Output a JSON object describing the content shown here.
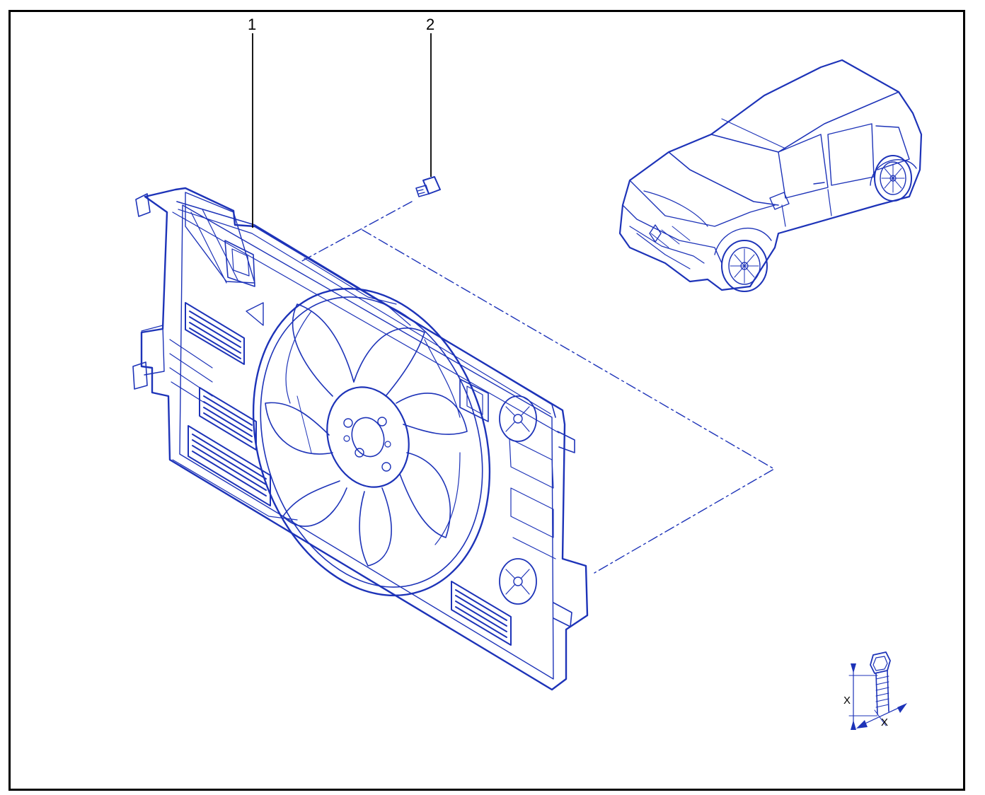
{
  "callouts": [
    {
      "id": "1",
      "label": "1"
    },
    {
      "id": "2",
      "label": "2"
    }
  ],
  "bolt_legend": {
    "dim_vertical": "X",
    "dim_diagonal": "X"
  },
  "colors": {
    "line": "#1d33b8",
    "frame": "#000000",
    "callout_line": "#000000",
    "background": "#ffffff"
  }
}
